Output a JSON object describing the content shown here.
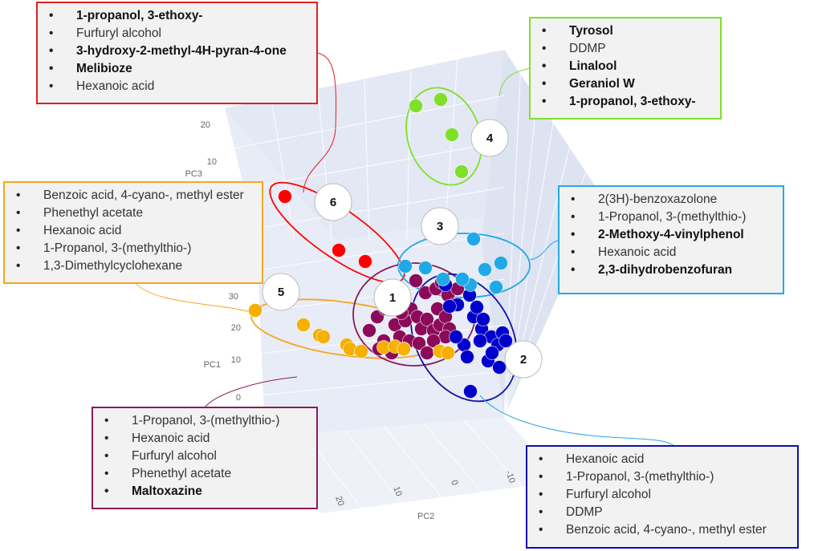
{
  "chart_data": {
    "type": "scatter",
    "axes": {
      "pc1": {
        "label": "PC1",
        "ticks": [
          "0",
          "10",
          "20",
          "30"
        ]
      },
      "pc2": {
        "label": "PC2",
        "ticks": [
          "20",
          "10",
          "0",
          "-10"
        ]
      },
      "pc3": {
        "label": "PC3",
        "ticks": [
          "10",
          "20"
        ]
      }
    },
    "clusters": [
      {
        "id": "1",
        "color": "#8b0a5a"
      },
      {
        "id": "2",
        "color": "#0000cc"
      },
      {
        "id": "3",
        "color": "#1fa9e6"
      },
      {
        "id": "4",
        "color": "#7fe02a"
      },
      {
        "id": "5",
        "color": "#f5b000"
      },
      {
        "id": "6",
        "color": "#ff0000"
      }
    ]
  },
  "boxes": {
    "red": {
      "color": "#e02020",
      "items": [
        {
          "text": "1-propanol, 3-ethoxy-",
          "bold": true
        },
        {
          "text": "Furfuryl alcohol",
          "bold": false
        },
        {
          "text": "3-hydroxy-2-methyl-4H-pyran-4-one",
          "bold": true
        },
        {
          "text": "Melibioze",
          "bold": true
        },
        {
          "text": "Hexanoic acid",
          "bold": false
        }
      ]
    },
    "green": {
      "color": "#7fe02a",
      "items": [
        {
          "text": "Tyrosol",
          "bold": true
        },
        {
          "text": "DDMP",
          "bold": false
        },
        {
          "text": "Linalool",
          "bold": true
        },
        {
          "text": "Geraniol W",
          "bold": true
        },
        {
          "text": "1-propanol, 3-ethoxy-",
          "bold": true
        }
      ]
    },
    "orange": {
      "color": "#f5a623",
      "items": [
        {
          "text": "Benzoic acid, 4-cyano-, methyl ester",
          "bold": false
        },
        {
          "text": "Phenethyl acetate",
          "bold": false
        },
        {
          "text": "Hexanoic acid",
          "bold": false
        },
        {
          "text": "1-Propanol, 3-(methylthio-)",
          "bold": false
        },
        {
          "text": "1,3-Dimethylcyclohexane",
          "bold": false
        }
      ]
    },
    "cyan": {
      "color": "#2aa7e0",
      "items": [
        {
          "text": "2(3H)-benzoxazolone",
          "bold": false
        },
        {
          "text": "1-Propanol, 3-(methylthio-)",
          "bold": false
        },
        {
          "text": "2-Methoxy-4-vinylphenol",
          "bold": true
        },
        {
          "text": "Hexanoic acid",
          "bold": false
        },
        {
          "text": "2,3-dihydrobenzofuran",
          "bold": true
        }
      ]
    },
    "purple": {
      "color": "#8b1a5a",
      "items": [
        {
          "text": "1-Propanol, 3-(methylthio-)",
          "bold": false
        },
        {
          "text": "Hexanoic acid",
          "bold": false
        },
        {
          "text": "Furfuryl alcohol",
          "bold": false
        },
        {
          "text": "Phenethyl acetate",
          "bold": false
        },
        {
          "text": "Maltoxazine",
          "bold": true
        }
      ]
    },
    "blue": {
      "color": "#1010aa",
      "items": [
        {
          "text": "Hexanoic acid",
          "bold": false
        },
        {
          "text": "1-Propanol, 3-(methylthio-)",
          "bold": false
        },
        {
          "text": "Furfuryl alcohol",
          "bold": false
        },
        {
          "text": "DDMP",
          "bold": false
        },
        {
          "text": "Benzoic acid, 4-cyano-, methyl ester",
          "bold": false
        }
      ]
    }
  }
}
